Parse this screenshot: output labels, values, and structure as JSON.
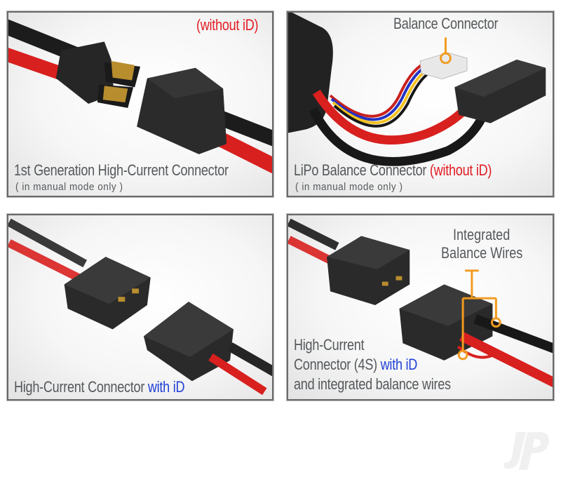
{
  "panels": [
    {
      "title": "1st Generation High-Current Connector",
      "subtitle": "( in manual mode only )",
      "badge": "(without iD)",
      "badge_color": "#e11b22"
    },
    {
      "title": "LiPo Balance Connector",
      "title_suffix": "(without iD)",
      "subtitle": "( in manual mode only )",
      "callout": "Balance Connector",
      "callout_color": "#f29a1f"
    },
    {
      "title": "High-Current Connector",
      "title_suffix": "with iD",
      "suffix_color": "#1f3fd6"
    },
    {
      "title_line1": "High-Current",
      "title_line2": "Connector (4S)",
      "title_line2_suffix": "with iD",
      "title_line3": "and integrated balance wires",
      "callout_line1": "Integrated",
      "callout_line2": "Balance Wires",
      "callout_color": "#f29a1f"
    }
  ],
  "watermark": {
    "text": "JP",
    "icon": "jp-logo-icon"
  },
  "colors": {
    "caption_gray": "#55595c",
    "accent_red": "#e11b22",
    "accent_blue": "#1f3fd6",
    "callout_orange": "#f29a1f"
  }
}
